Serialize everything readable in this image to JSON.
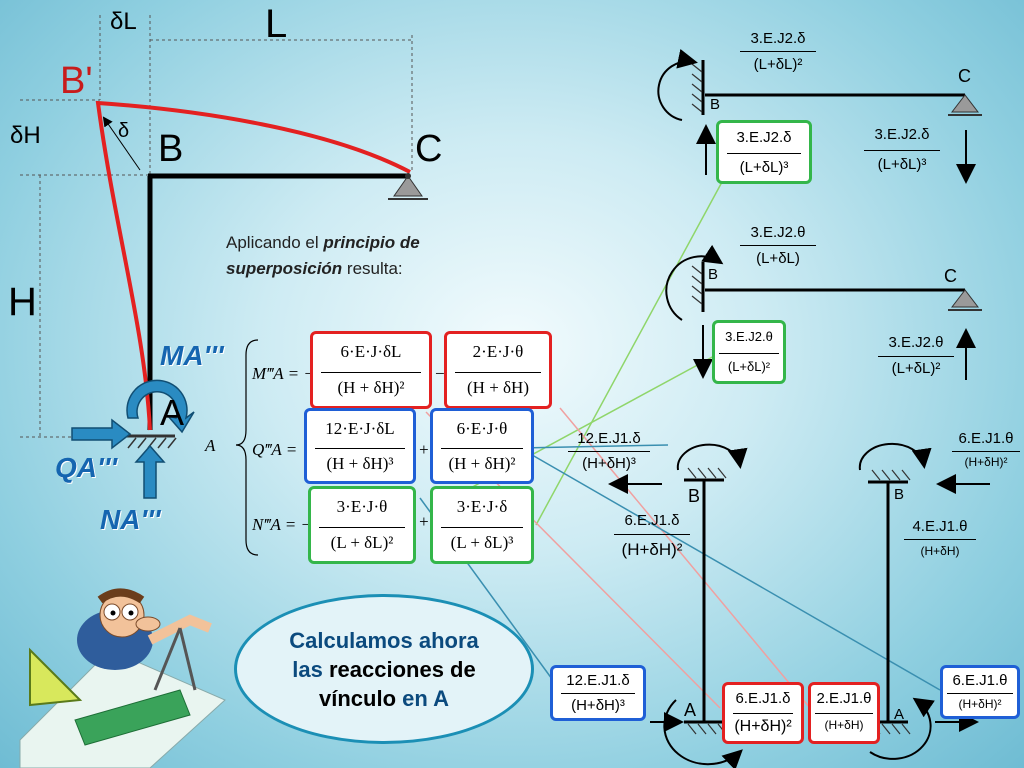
{
  "diagram": {
    "labels": {
      "deltaL": "δL",
      "L": "L",
      "Bprime": "B'",
      "deltaH": "δH",
      "delta": "δ",
      "B": "B",
      "C": "C",
      "H": "H",
      "A": "A"
    },
    "reactions": {
      "MA": "MA'''",
      "QA": "QA'''",
      "NA": "NA'''"
    },
    "caption": {
      "part1": "Aplicando el ",
      "bold": "principio de superposición",
      "part2": " resulta:"
    },
    "equations": {
      "A_label": "A",
      "M": {
        "lhs": "M‴A = −",
        "t1_num": "6·E·J·δL",
        "t1_den": "(H + δH)²",
        "op": "−",
        "t2_num": "2·E·J·θ",
        "t2_den": "(H + δH)"
      },
      "Q": {
        "lhs": "Q‴A =",
        "t1_num": "12·E·J·δL",
        "t1_den": "(H + δH)³",
        "op": "+",
        "t2_num": "6·E·J·θ",
        "t2_den": "(H + δH)²"
      },
      "N": {
        "lhs": "N‴A = −",
        "t1_num": "3·E·J·θ",
        "t1_den": "(L + δL)²",
        "op": "+",
        "t2_num": "3·E·J·δ",
        "t2_den": "(L + δL)³"
      }
    },
    "bubble": {
      "line1": "Calculamos ahora",
      "line2a": "las ",
      "line2b": "reacciones de",
      "line3a": "vínculo ",
      "line3b": "en A"
    },
    "right": {
      "beam1": {
        "top_num": "3.E.J2.δ",
        "top_den": "(L+δL)²",
        "left_num": "3.E.J2.δ",
        "left_den": "(L+δL)³",
        "right_num": "3.E.J2.δ",
        "right_den": "(L+δL)³",
        "B": "B",
        "C": "C"
      },
      "beam2": {
        "top_num": "3.E.J2.θ",
        "top_den": "(L+δL)",
        "left_num": "3.E.J2.θ",
        "left_den": "(L+δL)²",
        "right_num": "3.E.J2.θ",
        "right_den": "(L+δL)²",
        "B": "B",
        "C": "C"
      },
      "col1": {
        "top_num": "12.E.J1.δ",
        "top_den": "(H+δH)³",
        "mid_num": "6.E.J1.δ",
        "mid_den": "(H+δH)²",
        "bl_num": "12.E.J1.δ",
        "bl_den": "(H+δH)³",
        "bm_num": "6.E.J1.δ",
        "bm_den": "(H+δH)²",
        "B": "B",
        "A": "A"
      },
      "col2": {
        "top_num": "6.E.J1.θ",
        "top_den": "(H+δH)²",
        "mid_num": "4.E.J1.θ",
        "mid_den": "(H+δH)",
        "bm_num": "2.E.J1.θ",
        "bm_den": "(H+δH)",
        "br_num": "6.E.J1.θ",
        "br_den": "(H+δH)²",
        "B": "B",
        "A": "A"
      }
    }
  }
}
